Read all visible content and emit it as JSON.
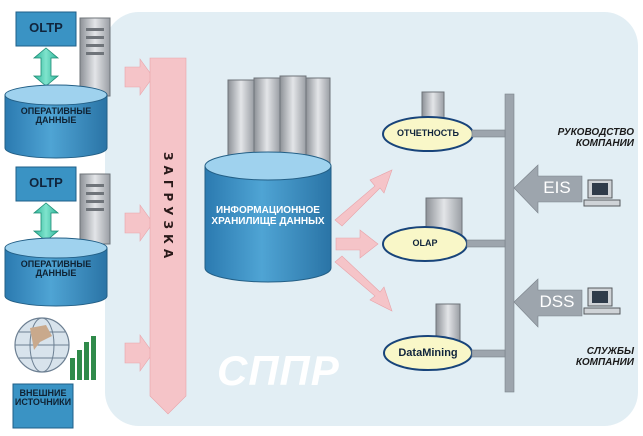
{
  "sources": [
    {
      "system": "OLTP",
      "store_label": "ОПЕРАТИВНЫЕ ДАННЫЕ"
    },
    {
      "system": "OLTP",
      "store_label": "ОПЕРАТИВНЫЕ ДАННЫЕ"
    }
  ],
  "external_sources": "ВНЕШНИЕ ИСТОЧНИКИ",
  "load_label": "ЗАГРУЗКА",
  "warehouse_label": "ИНФОРМАЦИОННОЕ ХРАНИЛИЩЕ ДАННЫХ",
  "system_label": "СППР",
  "tools": [
    "ОТЧЕТНОСТЬ",
    "OLAP",
    "DataMining"
  ],
  "consumers": [
    {
      "system": "EIS",
      "group": "РУКОВОДСТВО КОМПАНИИ"
    },
    {
      "system": "DSS",
      "group": "СЛУЖБЫ КОМПАНИИ"
    }
  ],
  "colors": {
    "panel": "#e2eef4",
    "box_blue": "#3a93c4",
    "cylinder": "#3d8fbe",
    "arrow_pink": "#f5c4c8",
    "oltp_link": "#3ec6a9",
    "bus": "#9da5ad"
  }
}
